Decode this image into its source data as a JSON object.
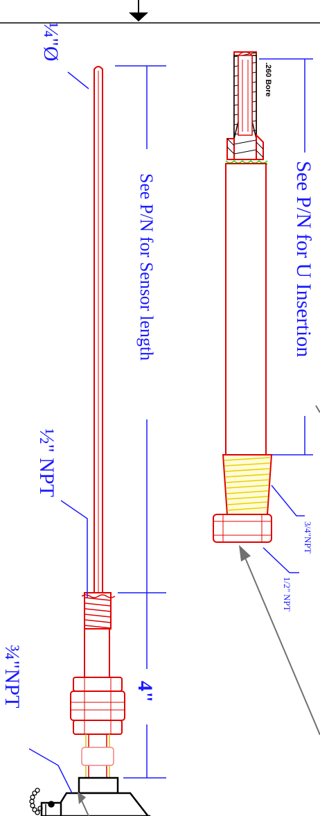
{
  "labels": {
    "sensor_diameter": "¼\"Ø",
    "sensor_length": "See P/N for Sensor length",
    "u_insertion": "See P/N for U Insertion",
    "bore": ".260 Bore",
    "half_npt_sensor": "½\" NPT",
    "four_inch": "4\"",
    "three_quarter_npt_head": "¾\"NPT",
    "three_quarter_npt_well": "3/4\"NPT",
    "half_npt_well": "1/2\" NPT"
  },
  "colors": {
    "part_outline": "#e00000",
    "dimension": "#1a1aff",
    "thread": "#ffe800",
    "weld": "#00e000",
    "leader": "#707070",
    "ink": "#000000"
  }
}
